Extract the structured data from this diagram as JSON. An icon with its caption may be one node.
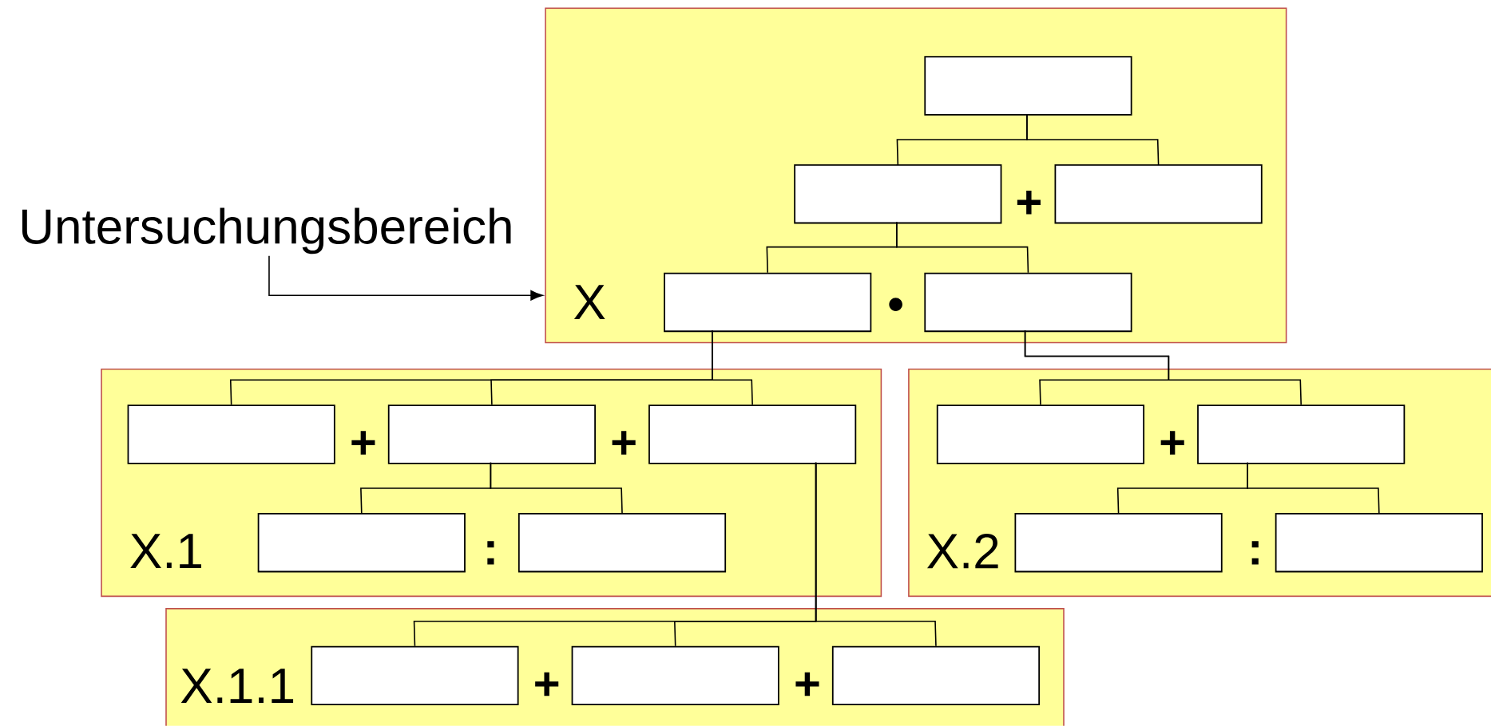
{
  "diagram": {
    "nodes": [
      {
        "text": [
          "Untersuchungsbereich"
        ]
      },
      {
        "text": [
          "X"
        ]
      },
      {
        "text": [],
        "shape": "box",
        "in": 1
      },
      {
        "text": [],
        "shape": "box",
        "in": 1
      },
      {
        "text": [],
        "shape": "box",
        "in": 1
      },
      {
        "text": [],
        "shape": "box",
        "in": 1
      },
      {
        "text": [],
        "shape": "box",
        "in": 1
      },
      {
        "text": [
          "X.1"
        ]
      },
      {
        "text": [],
        "shape": "box",
        "in": 7
      },
      {
        "text": [],
        "shape": "box",
        "in": 7
      },
      {
        "text": [],
        "shape": "box",
        "in": 7
      },
      {
        "text": [],
        "shape": "box",
        "in": 7
      },
      {
        "text": [],
        "shape": "box",
        "in": 7
      },
      {
        "text": [
          "X.2"
        ]
      },
      {
        "text": [],
        "shape": "box",
        "in": 13
      },
      {
        "text": [],
        "shape": "box",
        "in": 13
      },
      {
        "text": [],
        "shape": "box",
        "in": 13
      },
      {
        "text": [],
        "shape": "box",
        "in": 13
      },
      {
        "text": [
          "X.1.1"
        ]
      },
      {
        "text": [],
        "shape": "box",
        "in": 18
      },
      {
        "text": [],
        "shape": "box",
        "in": 18
      },
      {
        "text": [],
        "shape": "box",
        "in": 18
      }
    ],
    "edges": [
      {
        "from": 0,
        "to": 1,
        "arrow": "to"
      },
      {
        "from": 2,
        "to": 3,
        "arrow": "none"
      },
      {
        "from": 2,
        "to": 4,
        "arrow": "none"
      },
      {
        "from": 3,
        "to": 5,
        "arrow": "none"
      },
      {
        "from": 3,
        "to": 6,
        "arrow": "none"
      },
      {
        "from": 5,
        "to": 8,
        "arrow": "none"
      },
      {
        "from": 5,
        "to": 9,
        "arrow": "none"
      },
      {
        "from": 5,
        "to": 10,
        "arrow": "none"
      },
      {
        "from": 9,
        "to": 11,
        "arrow": "none"
      },
      {
        "from": 9,
        "to": 12,
        "arrow": "none"
      },
      {
        "from": 6,
        "to": 14,
        "arrow": "none"
      },
      {
        "from": 6,
        "to": 15,
        "arrow": "none"
      },
      {
        "from": 15,
        "to": 16,
        "arrow": "none"
      },
      {
        "from": 15,
        "to": 17,
        "arrow": "none"
      },
      {
        "from": 10,
        "to": 19,
        "arrow": "none"
      },
      {
        "from": 10,
        "to": 20,
        "arrow": "none"
      },
      {
        "from": 10,
        "to": 21,
        "arrow": "none"
      }
    ],
    "labels": [
      "+",
      "•",
      "+",
      "+",
      "+",
      ":",
      ":",
      "+",
      "+"
    ]
  }
}
